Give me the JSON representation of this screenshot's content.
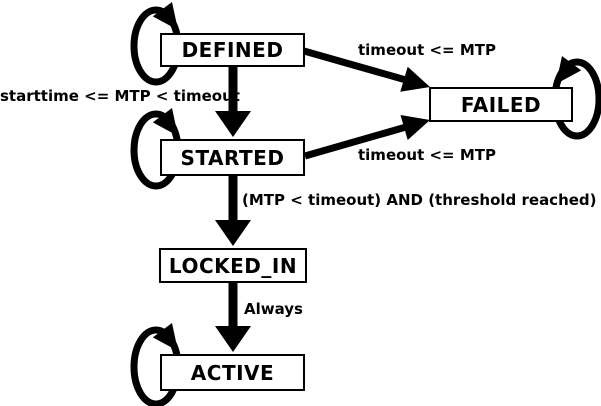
{
  "colors": {
    "background": "#ffffff",
    "line": "#000000",
    "state_fill": "#ffffff",
    "text": "#000000"
  },
  "diagram": {
    "type": "state-machine",
    "states": [
      {
        "name": "DEFINED",
        "self_loop": true
      },
      {
        "name": "STARTED",
        "self_loop": true
      },
      {
        "name": "LOCKED_IN",
        "self_loop": false
      },
      {
        "name": "ACTIVE",
        "self_loop": true
      },
      {
        "name": "FAILED",
        "self_loop": true
      }
    ],
    "transitions": [
      {
        "from": "DEFINED",
        "to": "FAILED",
        "label": "timeout <= MTP"
      },
      {
        "from": "DEFINED",
        "to": "STARTED",
        "label": "starttime <= MTP < timeout"
      },
      {
        "from": "STARTED",
        "to": "FAILED",
        "label": "timeout <= MTP"
      },
      {
        "from": "STARTED",
        "to": "LOCKED_IN",
        "label": "(MTP < timeout) AND (threshold reached)"
      },
      {
        "from": "LOCKED_IN",
        "to": "ACTIVE",
        "label": "Always"
      }
    ]
  }
}
